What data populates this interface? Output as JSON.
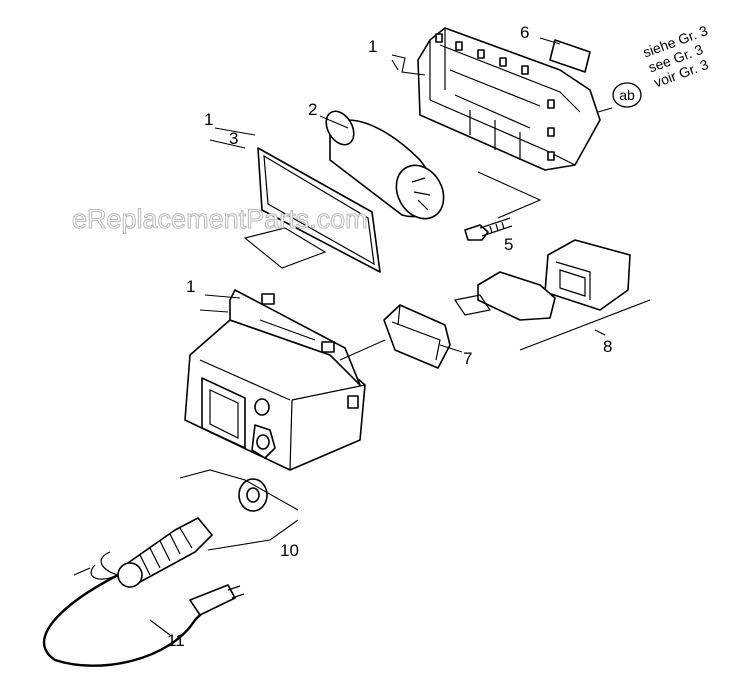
{
  "watermark": "eReplacementParts.com",
  "callouts": {
    "c1a": "1",
    "c1b": "1",
    "c1c": "1",
    "c2": "2",
    "c3": "3",
    "c5": "5",
    "c6": "6",
    "c7": "7",
    "c8": "8",
    "c10": "10",
    "c11": "11"
  },
  "reference": {
    "symbol": "ab",
    "line1": "siehe Gr. 3",
    "line2": "see Gr. 3",
    "line3": "voir Gr. 3"
  }
}
